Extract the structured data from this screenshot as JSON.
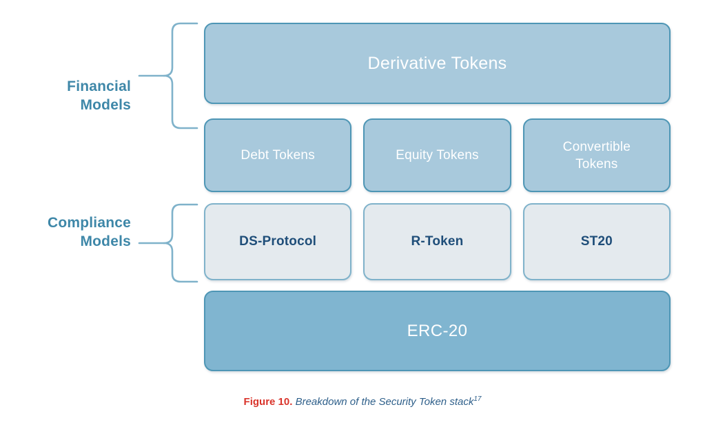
{
  "figure": {
    "title_hidden": "Breakdown of the Security Token stack",
    "groups": [
      {
        "id": "financial",
        "label_line1": "Financial",
        "label_line2": "Models"
      },
      {
        "id": "compliance",
        "label_line1": "Compliance",
        "label_line2": "Models"
      }
    ],
    "rows": [
      {
        "id": "derivative-row",
        "style": "derivative",
        "boxes": [
          {
            "label": "Derivative Tokens"
          }
        ]
      },
      {
        "id": "financial-row",
        "style": "financial",
        "boxes": [
          {
            "label": "Debt Tokens"
          },
          {
            "label": "Equity Tokens"
          },
          {
            "label_line1": "Convertible",
            "label_line2": "Tokens"
          }
        ]
      },
      {
        "id": "compliance-row",
        "style": "compliance",
        "boxes": [
          {
            "label": "DS-Protocol"
          },
          {
            "label": "R-Token"
          },
          {
            "label": "ST20"
          }
        ]
      },
      {
        "id": "base-row",
        "style": "erc",
        "boxes": [
          {
            "label": "ERC-20"
          }
        ]
      }
    ],
    "caption": {
      "number": "Figure 10.",
      "text": "Breakdown of the Security Token stack",
      "footnote": "17"
    },
    "colors": {
      "box_fill_light": "#A8C9DC",
      "box_fill_base": "#80B5D0",
      "box_fill_compliance": "#E4EAEE",
      "box_border": "#4E96B5",
      "label_teal": "#3E87A8",
      "text_navy": "#1F4E79",
      "text_white": "#FFFFFF",
      "caption_red": "#D9342B",
      "caption_blue": "#2E5F8A"
    }
  }
}
